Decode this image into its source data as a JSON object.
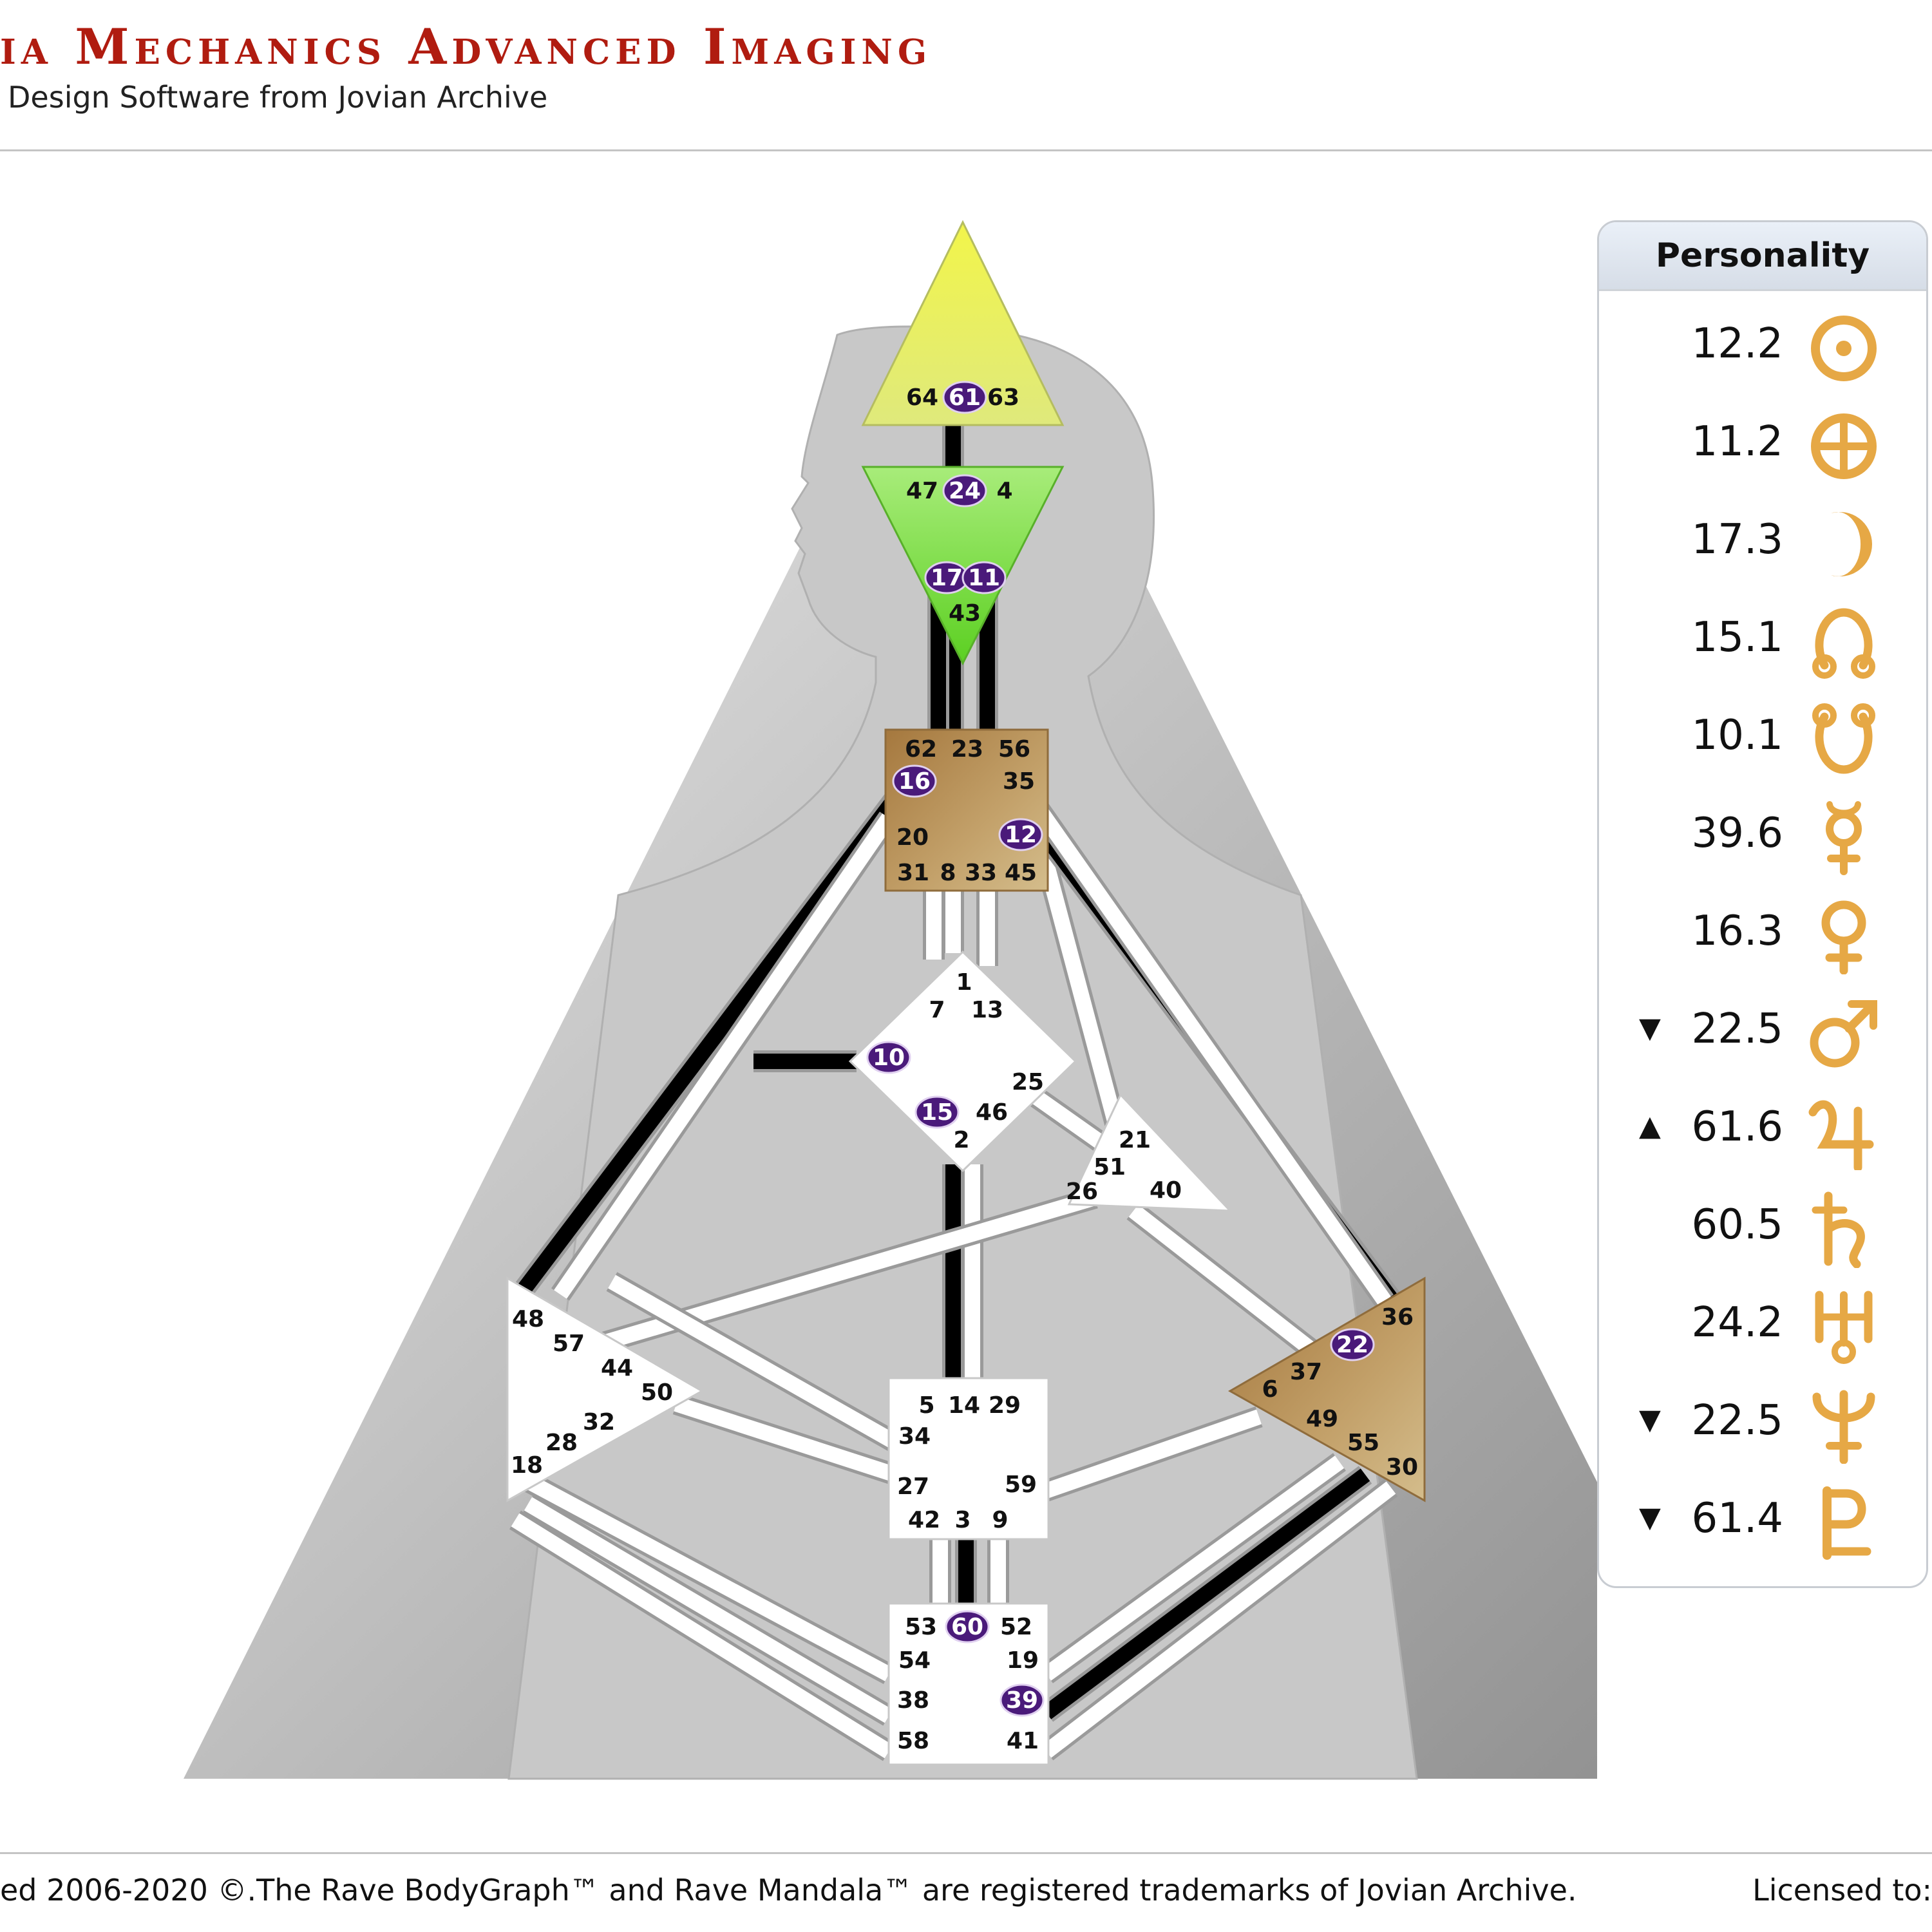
{
  "header": {
    "title": "ia Mechanics Advanced Imaging",
    "subtitle": "Design Software from Jovian Archive"
  },
  "colors": {
    "head_center": "#e8f050",
    "ajna_center": "#7ed83a",
    "throat_center": "#b08a52",
    "solar_plexus_center": "#b08a52",
    "open_center": "#ffffff",
    "defined_channel": "#000000",
    "activated_gate": "#4a1a7a",
    "planet_glyph": "#e6a845",
    "title_red": "#b01c10"
  },
  "centers": {
    "head": {
      "gates": [
        "64",
        "61",
        "63"
      ]
    },
    "ajna": {
      "gates": [
        "47",
        "24",
        "4",
        "17",
        "11",
        "43"
      ]
    },
    "throat": {
      "gates": [
        "62",
        "23",
        "56",
        "16",
        "35",
        "20",
        "12",
        "31",
        "8",
        "33",
        "45"
      ]
    },
    "g": {
      "gates": [
        "1",
        "7",
        "13",
        "10",
        "25",
        "15",
        "46",
        "2"
      ]
    },
    "ego": {
      "gates": [
        "21",
        "51",
        "26",
        "40"
      ]
    },
    "spleen": {
      "gates": [
        "48",
        "57",
        "44",
        "50",
        "32",
        "28",
        "18"
      ]
    },
    "sacral": {
      "gates": [
        "5",
        "14",
        "29",
        "34",
        "27",
        "59",
        "42",
        "3",
        "9"
      ]
    },
    "solar_plexus": {
      "gates": [
        "36",
        "22",
        "37",
        "6",
        "49",
        "55",
        "30"
      ]
    },
    "root": {
      "gates": [
        "53",
        "60",
        "52",
        "54",
        "19",
        "38",
        "39",
        "58",
        "41"
      ]
    }
  },
  "activated_gates": [
    "61",
    "24",
    "17",
    "11",
    "16",
    "12",
    "10",
    "15",
    "22",
    "60",
    "39"
  ],
  "defined_channels": [
    "61-24",
    "17-62",
    "11-56",
    "16-48",
    "20-10",
    "12-22",
    "2-14",
    "60-3",
    "39-55"
  ],
  "personality": {
    "title": "Personality",
    "rows": [
      {
        "arrow": "",
        "value": "12.2",
        "planet": "sun-icon"
      },
      {
        "arrow": "",
        "value": "11.2",
        "planet": "earth-icon"
      },
      {
        "arrow": "",
        "value": "17.3",
        "planet": "moon-icon"
      },
      {
        "arrow": "",
        "value": "15.1",
        "planet": "north-node-icon"
      },
      {
        "arrow": "",
        "value": "10.1",
        "planet": "south-node-icon"
      },
      {
        "arrow": "",
        "value": "39.6",
        "planet": "mercury-icon"
      },
      {
        "arrow": "",
        "value": "16.3",
        "planet": "venus-icon"
      },
      {
        "arrow": "▼",
        "value": "22.5",
        "planet": "mars-icon"
      },
      {
        "arrow": "▲",
        "value": "61.6",
        "planet": "jupiter-icon"
      },
      {
        "arrow": "",
        "value": "60.5",
        "planet": "saturn-icon"
      },
      {
        "arrow": "",
        "value": "24.2",
        "planet": "uranus-icon"
      },
      {
        "arrow": "▼",
        "value": "22.5",
        "planet": "neptune-icon"
      },
      {
        "arrow": "▼",
        "value": "61.4",
        "planet": "pluto-icon"
      }
    ]
  },
  "footer": {
    "copyright": "ed 2006-2020 ©.The Rave BodyGraph™ and Rave Mandala™ are registered trademarks of Jovian Archive.",
    "license": "Licensed to:"
  }
}
